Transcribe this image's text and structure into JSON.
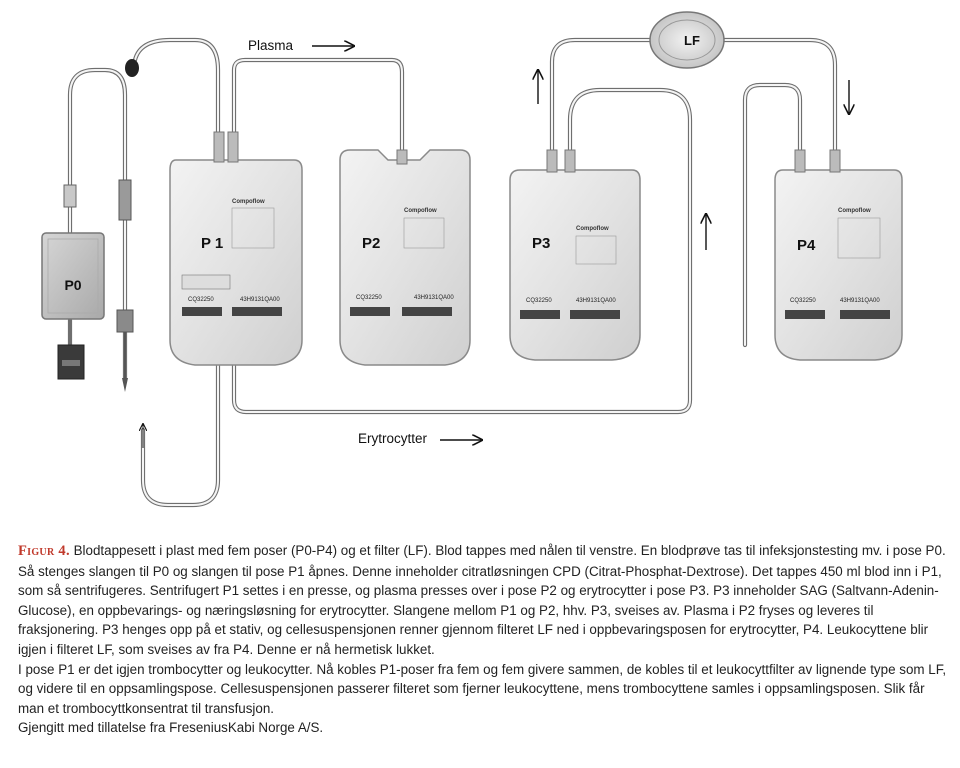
{
  "figure": {
    "bags": [
      {
        "id": "p0",
        "label": "P0"
      },
      {
        "id": "p1",
        "label": "P 1"
      },
      {
        "id": "p2",
        "label": "P2"
      },
      {
        "id": "p3",
        "label": "P3"
      },
      {
        "id": "p4",
        "label": "P4"
      }
    ],
    "filter_label": "LF",
    "flow_plasma": "Plasma",
    "flow_erythrocytes": "Erytrocytter",
    "bag_brand": "Compoflow",
    "bag_code_1": "CQ32250",
    "bag_code_2": "43H9131QA00"
  },
  "caption": {
    "figure_label": "Figur 4.",
    "paragraph_1": "Blodtappesett i plast med fem poser (P0-P4) og et filter (LF). Blod tappes med nålen til venstre. En blodprøve tas til infeksjonstesting mv. i pose P0. Så stenges slangen til P0 og slangen til pose P1 åpnes. Denne inneholder citratløsningen CPD (Citrat-Phosphat-Dextrose). Det tappes 450 ml blod inn i P1, som så sentrifugeres. Sentrifugert P1 settes i en presse, og plasma presses over i pose P2 og erytrocytter i pose P3. P3 inneholder SAG (Saltvann-Adenin-Glucose), en oppbevarings- og næringsløsning for erytrocytter. Slangene mellom P1 og P2, hhv. P3, sveises av. Plasma i P2 fryses og leveres til fraksjonering. P3 henges opp på et stativ, og cellesuspensjonen renner gjennom filteret LF ned i oppbevaringsposen for erytrocytter, P4. Leukocyttene blir igjen i filteret LF, som sveises av fra P4. Denne er nå hermetisk lukket.",
    "paragraph_2": "I pose P1 er det igjen trombocytter og leukocytter. Nå kobles P1-poser fra fem og fem givere sammen, de kobles til et leukocyttfilter av lignende type som LF, og videre til en oppsamlingspose. Cellesuspensjonen passerer filteret som fjerner leukocyttene, mens trombocyttene samles i oppsamlingsposen. Slik får man et trombocyttkonsentrat til transfusjon.",
    "credit": "Gjengitt med tillatelse fra FreseniusKabi Norge A/S."
  }
}
